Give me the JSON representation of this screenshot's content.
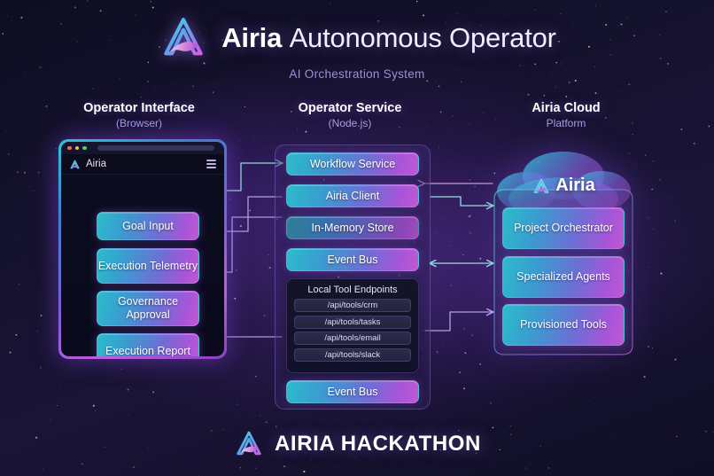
{
  "header": {
    "brand": "Airia",
    "title_rest": "Autonomous Operator",
    "subtitle": "AI Orchestration System",
    "logo_icon": "airia-logo-icon"
  },
  "columns": {
    "left": {
      "title": "Operator Interface",
      "subtitle": "(Browser)"
    },
    "middle": {
      "title": "Operator Service",
      "subtitle": "(Node.js)"
    },
    "right": {
      "title": "Airia Cloud",
      "subtitle": "Platform"
    }
  },
  "browser": {
    "app_name": "Airia",
    "logo_icon": "airia-logo-icon",
    "menu_icon": "hamburger-menu-icon",
    "traffic_lights": [
      "close-dot-red",
      "minimize-dot-yellow",
      "maximize-dot-green"
    ],
    "url_placeholder": "",
    "items": [
      {
        "label": "Goal Input"
      },
      {
        "label": "Execution Telemetry"
      },
      {
        "label": "Governance Approval"
      },
      {
        "label": "Execution Report"
      }
    ]
  },
  "service": {
    "items": [
      {
        "label": "Workflow Service"
      },
      {
        "label": "Airia Client"
      },
      {
        "label": "In-Memory Store"
      },
      {
        "label": "Event Bus"
      }
    ],
    "endpoints": {
      "title": "Local Tool Endpoints",
      "routes": [
        "/api/tools/crm",
        "/api/tools/tasks",
        "/api/tools/email",
        "/api/tools/slack"
      ]
    },
    "bottom_item": {
      "label": "Event Bus"
    }
  },
  "cloud": {
    "logo_icon": "airia-logo-icon",
    "brand": "Airia",
    "items": [
      {
        "label": "Project Orchestrator"
      },
      {
        "label": "Specialized Agents"
      },
      {
        "label": "Provisioned Tools"
      }
    ]
  },
  "footer": {
    "logo_icon": "airia-logo-icon",
    "text": "AIRIA HACKATHON"
  },
  "colors": {
    "background_deep": "#0e0e22",
    "background_mid": "#1a1436",
    "accent_cyan": "#2bbccb",
    "accent_blue": "#3b9bd0",
    "accent_purple": "#a855d8",
    "accent_magenta": "#c158d4",
    "subtitle_text": "#9e8fd6",
    "wire_cyan": "#7fe6e0",
    "wire_lilac": "#b9a8f0"
  }
}
